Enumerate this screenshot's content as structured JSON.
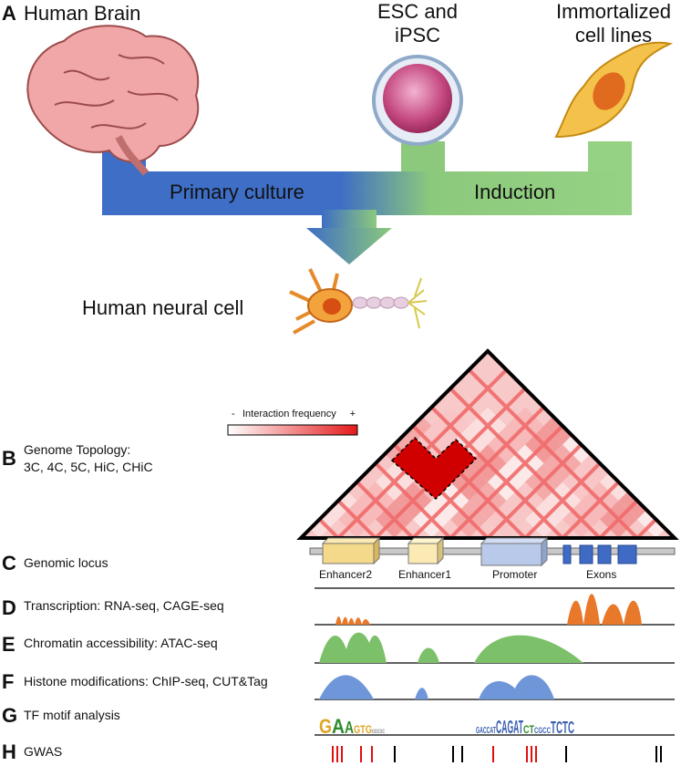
{
  "panel_a": {
    "letter": "A",
    "brain": "Human Brain",
    "esc_line1": "ESC and",
    "esc_line2": "iPSC",
    "imm_line1": "Immortalized",
    "imm_line2": "cell lines",
    "primary": "Primary culture",
    "induction": "Induction",
    "neural": "Human neural cell"
  },
  "panel_b": {
    "letter": "B",
    "title_line1": "Genome Topology:",
    "title_line2": "3C, 4C, 5C, HiC, CHiC",
    "legend_minus": "-",
    "legend_text": "Interaction frequency",
    "legend_plus": "+"
  },
  "rows": [
    {
      "letter": "C",
      "label": "Genomic locus"
    },
    {
      "letter": "D",
      "label": "Transcription: RNA-seq, CAGE-seq"
    },
    {
      "letter": "E",
      "label": "Chromatin accessibility: ATAC-seq"
    },
    {
      "letter": "F",
      "label": "Histone modifications: ChIP-seq, CUT&Tag"
    },
    {
      "letter": "G",
      "label": "TF motif analysis"
    },
    {
      "letter": "H",
      "label": "GWAS"
    }
  ],
  "locus": {
    "enhancer2": "Enhancer2",
    "enhancer1": "Enhancer1",
    "promoter": "Promoter",
    "exons": "Exons"
  },
  "colors": {
    "blue": "#3f6fc4",
    "green": "#8fcf7a",
    "orange": "#e8782a",
    "atac": "#7cc06a",
    "histone": "#6f96d8",
    "heat": "#e83a3a"
  }
}
